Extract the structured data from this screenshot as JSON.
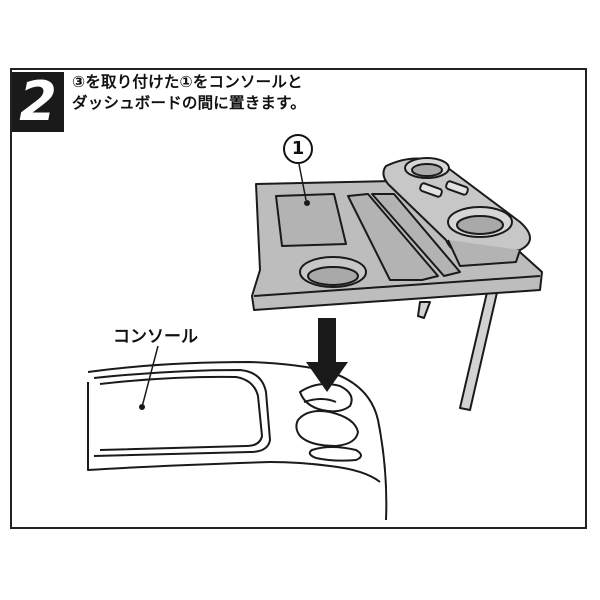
{
  "step": {
    "number": "2",
    "instruction_line1": "③を取り付けた①をコンソールと",
    "instruction_line2": "ダッシュボードの間に置きます。"
  },
  "labels": {
    "part": "1",
    "console": "コンソール"
  },
  "colors": {
    "tray_fill": "#bdbdbd",
    "outline": "#1a1a1a",
    "arrow": "#1a1a1a",
    "badge": "#1a1a1a"
  }
}
